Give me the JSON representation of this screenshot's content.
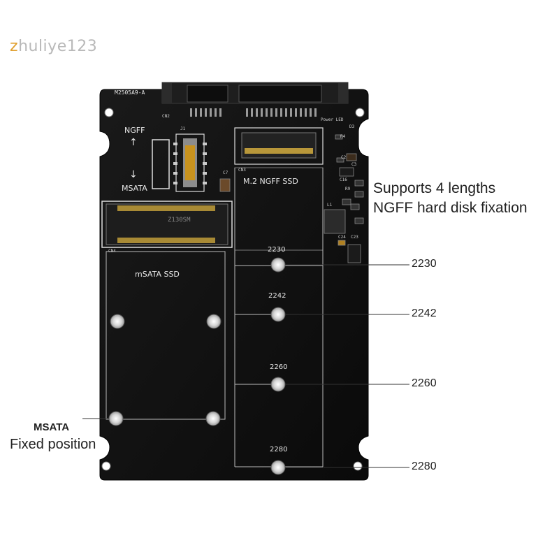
{
  "watermark": {
    "first_letter": "z",
    "rest": "huliye123"
  },
  "board": {
    "model_code": "M2505A9-A",
    "cn2": "CN2",
    "j1": "J1",
    "power_led": "Power LED",
    "ngff_label": "NGFF",
    "msata_label": "MSATA",
    "cn3": "CN3",
    "m2_slot_label": "M.2  NGFF SSD",
    "c7": "C7",
    "cn4": "CN4",
    "msata_slot_label": "mSATA SSD",
    "chip_marking": "Z130SM",
    "arrow_up": "↑",
    "arrow_down": "↓",
    "mount_labels": [
      "2230",
      "2242",
      "2260",
      "2280"
    ],
    "silk_small": [
      "D3",
      "C2",
      "C3",
      "C16",
      "R9",
      "L1",
      "C24",
      "C23",
      "R4"
    ]
  },
  "annotations": {
    "headline_line1": "Supports 4 lengths",
    "headline_line2": "NGFF hard disk fixation",
    "callouts": [
      "2230",
      "2242",
      "2260",
      "2280"
    ],
    "msata_title": "MSATA",
    "msata_sub": "Fixed position"
  },
  "colors": {
    "pcb": "#111111",
    "silk": "#e8e8e8",
    "gold": "#b8973a",
    "standoff": "#d8d8d8"
  }
}
